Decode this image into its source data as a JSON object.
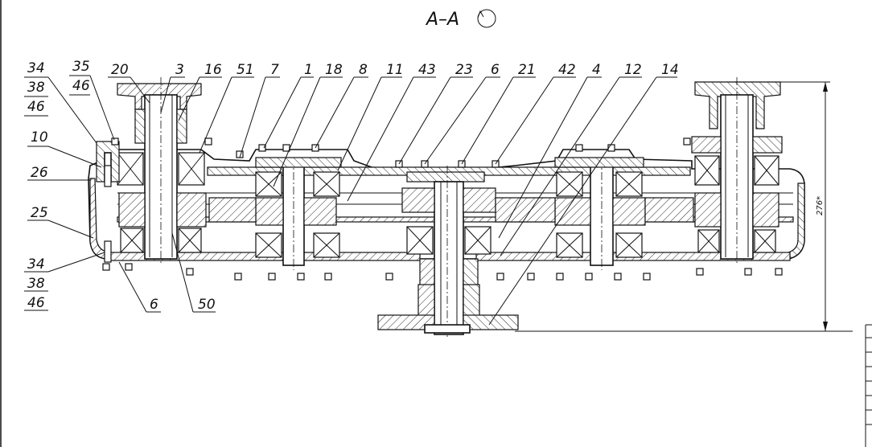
{
  "section_title": "А–А",
  "dimension": "276*",
  "callouts_top": [
    {
      "id": "c20",
      "text": "20"
    },
    {
      "id": "c3",
      "text": "3"
    },
    {
      "id": "c16",
      "text": "16"
    },
    {
      "id": "c51",
      "text": "51"
    },
    {
      "id": "c7",
      "text": "7"
    },
    {
      "id": "c1",
      "text": "1"
    },
    {
      "id": "c18",
      "text": "18"
    },
    {
      "id": "c8",
      "text": "8"
    },
    {
      "id": "c11",
      "text": "11"
    },
    {
      "id": "c43",
      "text": "43"
    },
    {
      "id": "c23",
      "text": "23"
    },
    {
      "id": "c6top",
      "text": "6"
    },
    {
      "id": "c21",
      "text": "21"
    },
    {
      "id": "c42",
      "text": "42"
    },
    {
      "id": "c4",
      "text": "4"
    },
    {
      "id": "c12",
      "text": "12"
    },
    {
      "id": "c14",
      "text": "14"
    }
  ],
  "callouts_left": {
    "stack_top": [
      "34",
      "38",
      "46"
    ],
    "n35": "35",
    "n46": "46",
    "n10": "10",
    "n26": "26",
    "n25": "25",
    "stack_bottom": [
      "34",
      "38",
      "46"
    ]
  },
  "callouts_bottom": {
    "n6": "6",
    "n50": "50"
  }
}
